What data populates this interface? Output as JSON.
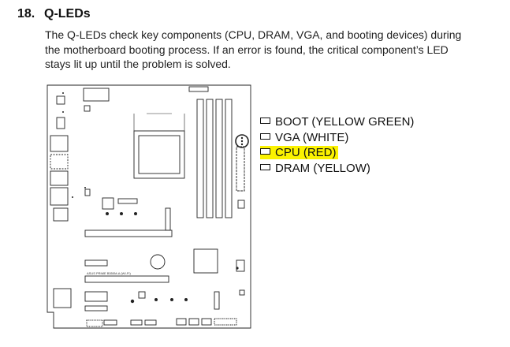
{
  "section": {
    "number": "18.",
    "title": "Q-LEDs"
  },
  "description": {
    "lines": [
      "The Q-LEDs check key components (CPU, DRAM, VGA, and booting devices) during",
      "the motherboard booting process. If an error is found, the critical component’s LED",
      "stays lit up until the problem is solved."
    ]
  },
  "diagram": {
    "board_text": "ASUS PRIME B550M-A (WI-FI)",
    "legend": [
      {
        "label": "BOOT (YELLOW GREEN)",
        "highlighted": false,
        "icon": "led-rect-icon"
      },
      {
        "label": "VGA (WHITE)",
        "highlighted": false,
        "icon": "led-rect-icon"
      },
      {
        "label": "CPU (RED)",
        "highlighted": true,
        "highlight_color": "#fbf200",
        "icon": "led-rect-icon"
      },
      {
        "label": "DRAM (YELLOW)",
        "highlighted": false,
        "icon": "led-rect-icon"
      }
    ]
  }
}
